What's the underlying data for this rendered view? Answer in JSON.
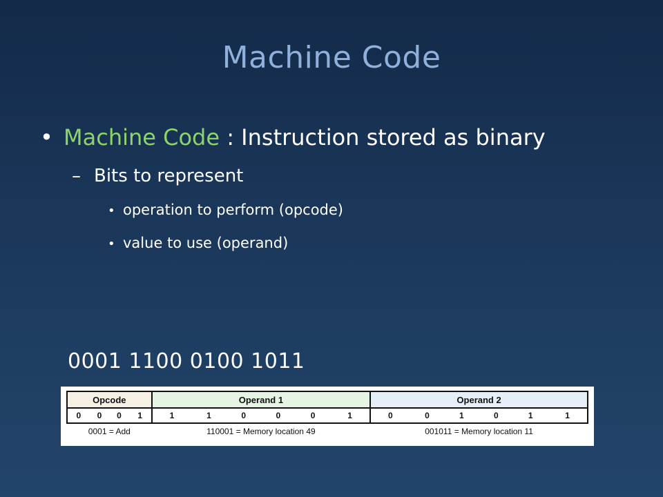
{
  "slide": {
    "title": "Machine Code",
    "bullet1": {
      "term": "Machine Code",
      "rest": " : Instruction stored as binary"
    },
    "bullet2": "Bits to represent",
    "bullet3": [
      "operation to perform (opcode)",
      "value to use (operand)"
    ],
    "binary": "0001 1100 0100 1011",
    "colors": {
      "title": "#8fb0da",
      "accent": "#8ed36b"
    }
  },
  "table": {
    "headers": [
      "Opcode",
      "Operand 1",
      "Operand 2"
    ],
    "opcode_bits": [
      "0",
      "0",
      "0",
      "1"
    ],
    "operand1_bits": [
      "1",
      "1",
      "0",
      "0",
      "0",
      "1"
    ],
    "operand2_bits": [
      "0",
      "0",
      "1",
      "0",
      "1",
      "1"
    ],
    "captions": [
      "0001 = Add",
      "110001 = Memory location 49",
      "001011 = Memory location 11"
    ]
  }
}
